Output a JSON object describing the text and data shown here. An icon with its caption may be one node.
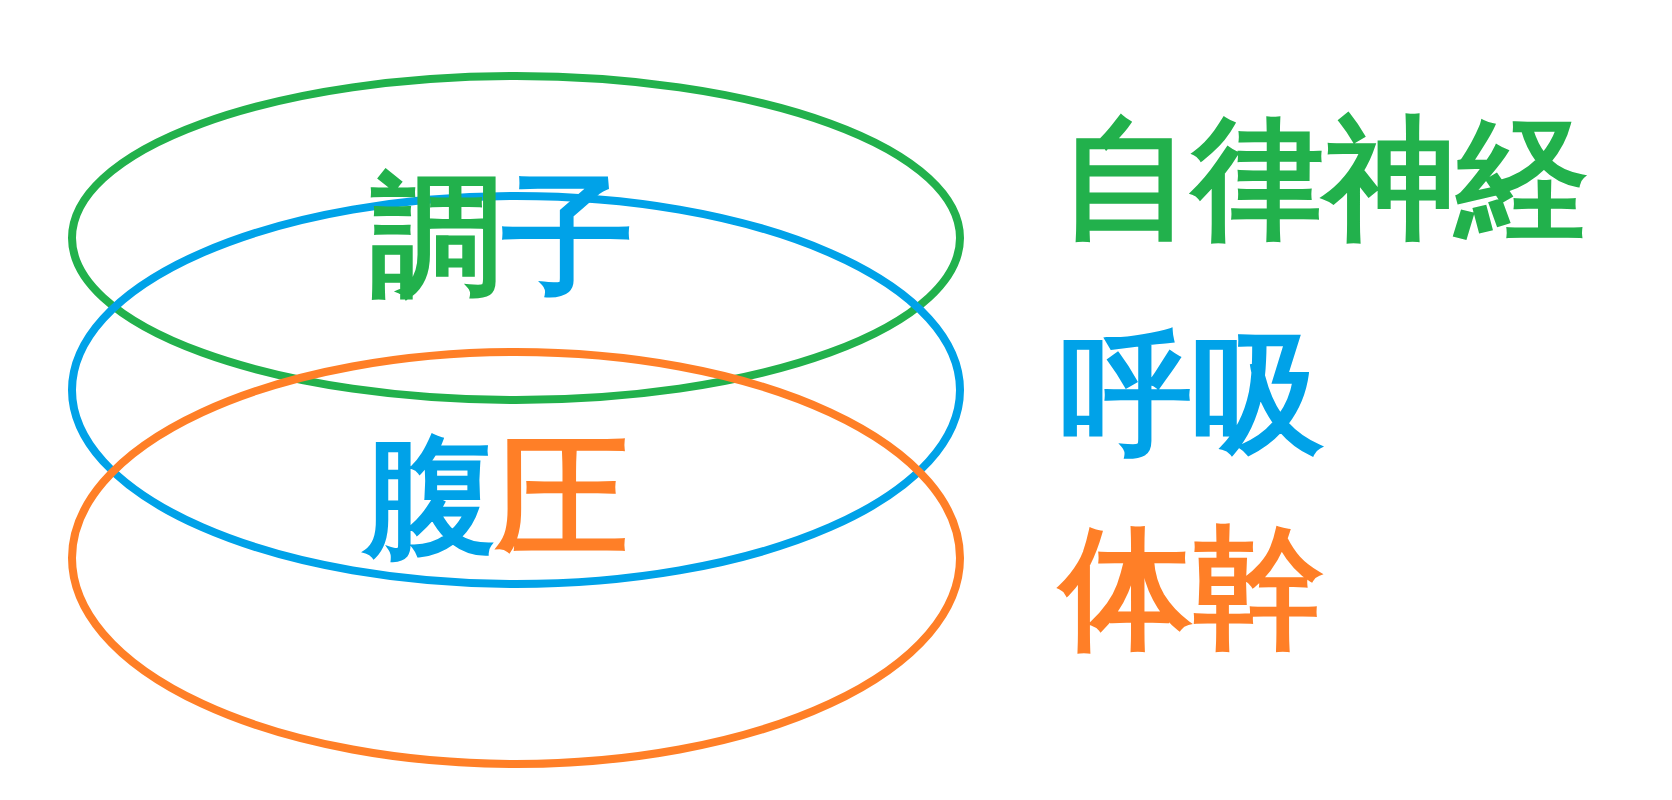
{
  "diagram": {
    "nodes": [
      {
        "text": [],
        "shape": "ellipse"
      },
      {
        "text": [],
        "shape": "ellipse"
      },
      {
        "text": [],
        "shape": "ellipse"
      }
    ],
    "labels": [
      "調子",
      "腹圧"
    ],
    "legend": [
      {
        "text": "自律神経",
        "color": "#22b14c"
      },
      {
        "text": "呼吸",
        "color": "#00a2e8"
      },
      {
        "text": "体幹",
        "color": "#ff7f27"
      }
    ]
  }
}
